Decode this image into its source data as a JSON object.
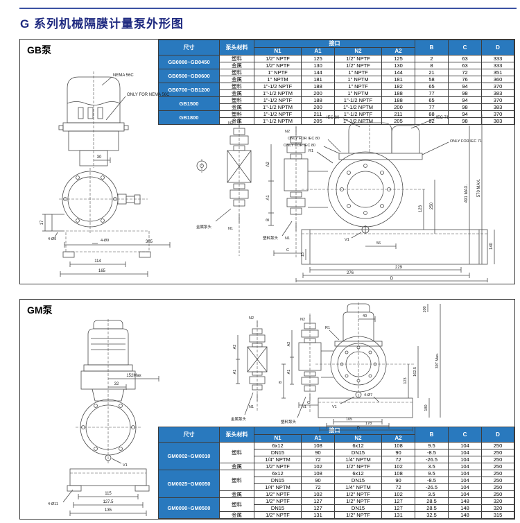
{
  "page": {
    "title": "G 系列机械隔膜计量泵外形图",
    "accent_color": "#2979be",
    "title_color": "#1f2a80"
  },
  "gb": {
    "panel_label": "GB泵",
    "front": {
      "nema": "NEMA 56C",
      "only_nema": "ONLY FOR NEMA 56C",
      "dim30": "30",
      "dim17": "17",
      "dim305": "305",
      "holes1": "4-Ø9",
      "holes2": "4-Ø9",
      "dim114": "114",
      "dim165": "165"
    },
    "side": {
      "iec80": "IEC 80",
      "iec71": "IEC 71",
      "only80a": "ONLY FOR IEC 80",
      "only80b": "ONLY FOR IEC 80",
      "only71": "ONLY FOR IEC 71",
      "r1": "R1",
      "v1": "V1",
      "n2m": "N2",
      "n1m": "N1",
      "n2p": "N2",
      "n1p": "N1",
      "a2": "A2",
      "a1": "A1",
      "b": "B",
      "c": "C",
      "d": "D",
      "metal": "金属泵头",
      "plastic": "塑料泵头",
      "max570": "570 MAX.",
      "max491": "491 MAX.",
      "dim250": "250",
      "dim123": "123",
      "dim140": "140",
      "dim56": "56",
      "dim15": "15",
      "dim229": "229",
      "dim276": "276"
    },
    "table": {
      "headers": {
        "size": "尺寸",
        "material": "泵头材料",
        "port": "接口",
        "cols": [
          "N1",
          "A1",
          "N2",
          "A2"
        ],
        "bcd": [
          "B",
          "C",
          "D"
        ]
      },
      "groups": [
        {
          "size": "GB0080~GB0450",
          "materials": [
            {
              "material": "塑料",
              "rows": [
                [
                  "1/2\" NPTF",
                  "125",
                  "1/2\" NPTF",
                  "125",
                  "2",
                  "63",
                  "333"
                ]
              ]
            },
            {
              "material": "金属",
              "rows": [
                [
                  "1/2\" NPTF",
                  "130",
                  "1/2\" NPTF",
                  "130",
                  "8",
                  "63",
                  "333"
                ]
              ]
            }
          ]
        },
        {
          "size": "GB0500~GB0600",
          "materials": [
            {
              "material": "塑料",
              "rows": [
                [
                  "1\" NPTF",
                  "144",
                  "1\" NPTF",
                  "144",
                  "21",
                  "72",
                  "351"
                ]
              ]
            },
            {
              "material": "金属",
              "rows": [
                [
                  "1\" NPTM",
                  "181",
                  "1\" NPTM",
                  "181",
                  "58",
                  "76",
                  "360"
                ]
              ]
            }
          ]
        },
        {
          "size": "GB0700~GB1200",
          "materials": [
            {
              "material": "塑料",
              "rows": [
                [
                  "1\"-1/2 NPTF",
                  "188",
                  "1\" NPTF",
                  "182",
                  "65",
                  "94",
                  "370"
                ]
              ]
            },
            {
              "material": "金属",
              "rows": [
                [
                  "1\"-1/2 NPTM",
                  "200",
                  "1\" NPTM",
                  "188",
                  "77",
                  "98",
                  "383"
                ]
              ]
            }
          ]
        },
        {
          "size": "GB1500",
          "materials": [
            {
              "material": "塑料",
              "rows": [
                [
                  "1\"-1/2 NPTF",
                  "188",
                  "1\"-1/2 NPTF",
                  "188",
                  "65",
                  "94",
                  "370"
                ]
              ]
            },
            {
              "material": "金属",
              "rows": [
                [
                  "1\"-1/2 NPTM",
                  "200",
                  "1\"-1/2 NPTM",
                  "200",
                  "77",
                  "98",
                  "383"
                ]
              ]
            }
          ]
        },
        {
          "size": "GB1800",
          "materials": [
            {
              "material": "塑料",
              "rows": [
                [
                  "1\"-1/2 NPTF",
                  "211",
                  "1\"-1/2 NPTF",
                  "211",
                  "88",
                  "94",
                  "370"
                ]
              ]
            },
            {
              "material": "金属",
              "rows": [
                [
                  "1\"-1/2 NPTM",
                  "205",
                  "1\"-1/2 NPTM",
                  "205",
                  "82",
                  "98",
                  "383"
                ]
              ]
            }
          ]
        }
      ]
    }
  },
  "gm": {
    "panel_label": "GM泵",
    "front": {
      "dim152": "152Max",
      "dim32": "32",
      "v1": "V1",
      "dim115": "115",
      "dim1275": "127.5",
      "dim135": "135",
      "holes": "4-Ø11"
    },
    "side": {
      "n2m": "N2",
      "n1m": "N1",
      "a2m": "A2",
      "a1m": "A1",
      "metal": "金属泵头",
      "n2p": "N2",
      "n1p": "N1",
      "a2": "A2",
      "a1": "A1",
      "b": "B",
      "c": "C",
      "d": "D",
      "plastic": "塑料泵头",
      "r1": "R1",
      "v1": "V1",
      "dim40": "40",
      "dim100": "100",
      "max397": "397 Max.",
      "dim1625": "162.5",
      "dim123": "123",
      "dim180": "180",
      "holes": "4-Ø7",
      "dim105": "105",
      "dim178": "178"
    },
    "table": {
      "headers": {
        "size": "尺寸",
        "material": "泵头材料",
        "port": "接口",
        "cols": [
          "N1",
          "A1",
          "N2",
          "A2"
        ],
        "bcd": [
          "B",
          "C",
          "D"
        ]
      },
      "groups": [
        {
          "size": "GM0002~GM0010",
          "materials": [
            {
              "material": "塑料",
              "rows": [
                [
                  "6x12",
                  "108",
                  "6x12",
                  "108",
                  "9.5",
                  "104",
                  "250"
                ],
                [
                  "DN15",
                  "90",
                  "DN15",
                  "90",
                  "-8.5",
                  "104",
                  "250"
                ],
                [
                  "1/4\" NPTM",
                  "72",
                  "1/4\" NPTM",
                  "72",
                  "-26.5",
                  "104",
                  "250"
                ]
              ]
            },
            {
              "material": "金属",
              "rows": [
                [
                  "1/2\" NPTF",
                  "102",
                  "1/2\" NPTF",
                  "102",
                  "3.5",
                  "104",
                  "250"
                ]
              ]
            }
          ]
        },
        {
          "size": "GM0025~GM0050",
          "materials": [
            {
              "material": "塑料",
              "rows": [
                [
                  "6x12",
                  "108",
                  "6x12",
                  "108",
                  "9.5",
                  "104",
                  "250"
                ],
                [
                  "DN15",
                  "90",
                  "DN15",
                  "90",
                  "-8.5",
                  "104",
                  "250"
                ],
                [
                  "1/4\" NPTM",
                  "72",
                  "1/4\" NPTM",
                  "72",
                  "-26.5",
                  "104",
                  "250"
                ]
              ]
            },
            {
              "material": "金属",
              "rows": [
                [
                  "1/2\" NPTF",
                  "102",
                  "1/2\" NPTF",
                  "102",
                  "3.5",
                  "104",
                  "250"
                ]
              ]
            }
          ]
        },
        {
          "size": "GM0090~GM0500",
          "materials": [
            {
              "material": "塑料",
              "rows": [
                [
                  "1/2\" NPTF",
                  "127",
                  "1/2\" NPTF",
                  "127",
                  "28.5",
                  "148",
                  "320"
                ],
                [
                  "DN15",
                  "127",
                  "DN15",
                  "127",
                  "28.5",
                  "148",
                  "320"
                ]
              ]
            },
            {
              "material": "金属",
              "rows": [
                [
                  "1/2\" NPTF",
                  "131",
                  "1/2\" NPTF",
                  "131",
                  "32.5",
                  "148",
                  "315"
                ]
              ]
            }
          ]
        }
      ]
    }
  }
}
